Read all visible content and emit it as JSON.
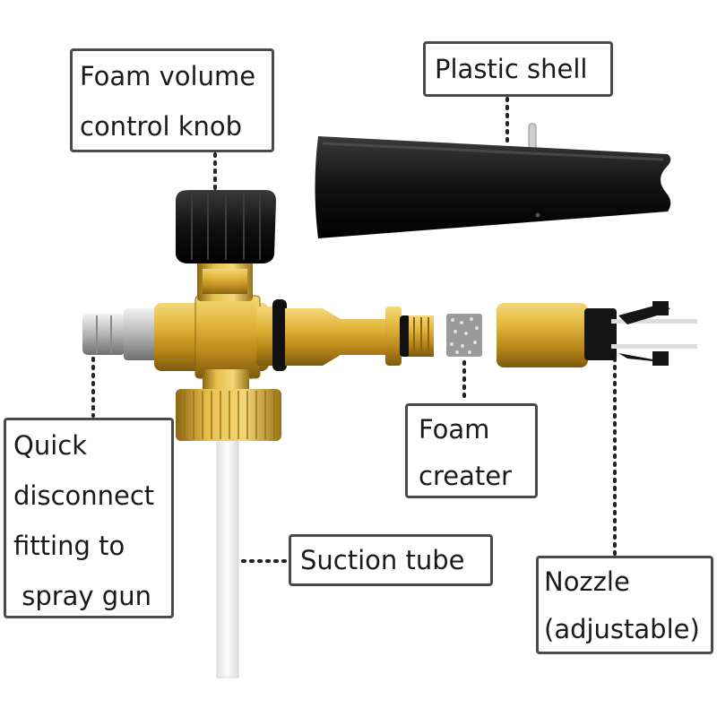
{
  "labels": {
    "knob": [
      "Foam volume",
      "control knob"
    ],
    "shell": [
      "Plastic shell"
    ],
    "foam_creater": [
      "Foam",
      "creater"
    ],
    "quick_disconnect": [
      "Quick",
      "disconnect",
      "fitting to",
      " spray gun"
    ],
    "suction_tube": [
      "Suction tube"
    ],
    "nozzle": [
      "Nozzle",
      "(adjustable)"
    ]
  },
  "colors": {
    "brass": "#d4a52a",
    "brass_dark": "#8a6512",
    "black": "#1c1c1c",
    "steel": "#c9c9c9",
    "label_border": "#4a4a4a",
    "tube": "#f1f1f1"
  }
}
